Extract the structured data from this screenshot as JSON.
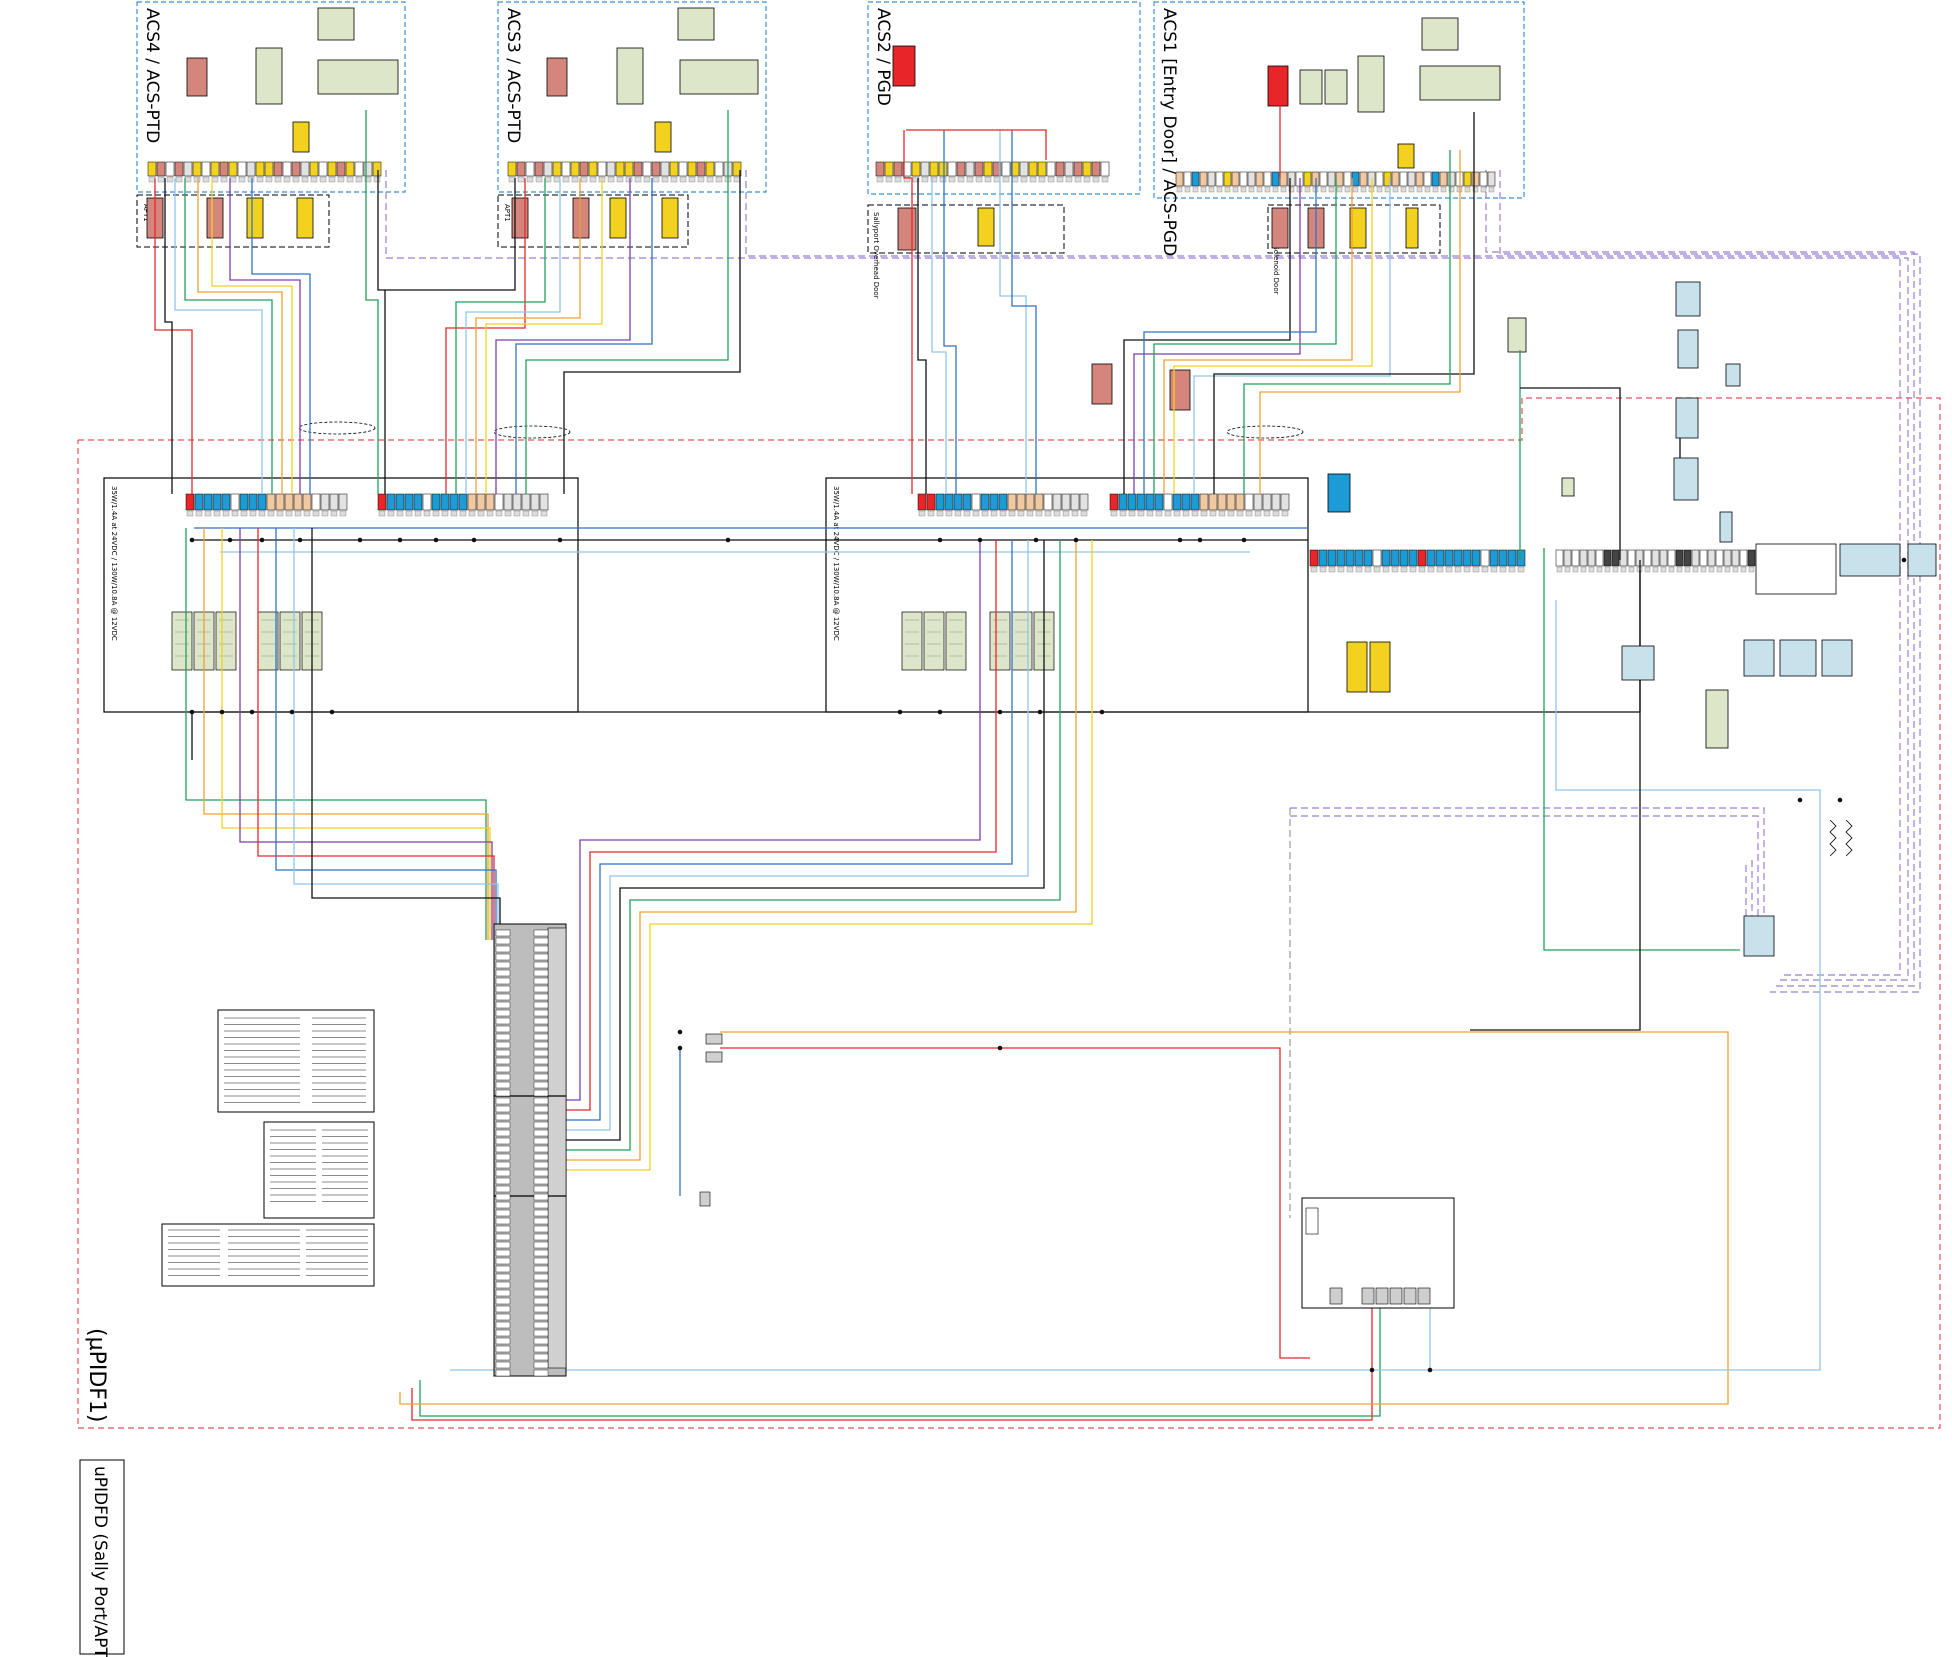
{
  "sections": {
    "acs4": "ACS4 / ACS-PTD",
    "acs3": "ACS3 / ACS-PTD",
    "acs2": "ACS2 / PGD",
    "acs1": "ACS1 [Entry Door] / ACS-PGD"
  },
  "labels": {
    "apt_a": "APT1",
    "apt_b": "APT1",
    "sallyport_overhead": "Sallyport Overhead Door",
    "sallyport_solenoid": "Sallyport Solenoid Door",
    "psu_left": "35W/1.4A at 24VDC / 130W/10.8A @ 12VDC",
    "psu_right": "35W/1.4A at 24VDC / 130W/10.8A @ 12VDC",
    "pidf_region": "(µPIDF1)",
    "footer_title": "uPIDFD (Sally Port/APT/APT)"
  },
  "colors": {
    "red": "#e8262a",
    "green": "#22a15a",
    "orange": "#f0a030",
    "yellow": "#f2d21e",
    "purple": "#7d3fb0",
    "blue": "#2f72c9",
    "lightblue": "#8fc6e8",
    "black": "#111111",
    "cyan_term": "#1d9bd6",
    "peach_term": "#f2c8a0",
    "relay_fill": "#dde6c8",
    "light_module": "#c8e2ec",
    "pink_block": "#d4857c",
    "dash_blue": "#3b8fd6",
    "dash_red": "#e0555a",
    "dash_purple": "#9b7fd0"
  }
}
